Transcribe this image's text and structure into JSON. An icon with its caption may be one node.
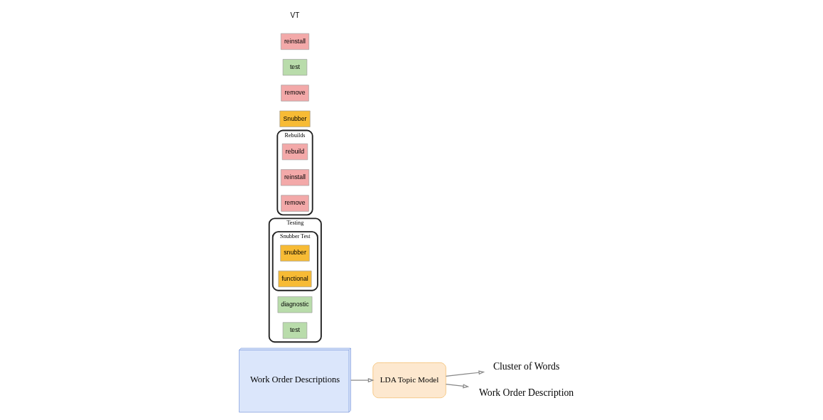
{
  "diagram": {
    "nodes": [
      {
        "text": [
          "Work Order Descriptions"
        ]
      },
      {
        "text": [
          "LDA Topic Model"
        ]
      },
      {
        "text": [
          "Cluster of Words"
        ]
      },
      {
        "text": [
          "Testing"
        ]
      },
      {
        "text": [
          "diagnostic"
        ],
        "in": 3
      },
      {
        "text": [
          "Snubber Test"
        ],
        "in": 3
      },
      {
        "text": [
          "snubber"
        ],
        "in": 5
      },
      {
        "text": [
          "functional"
        ],
        "in": 5
      },
      {
        "text": [
          "test"
        ],
        "in": 3
      },
      {
        "text": [
          "Rebuilds"
        ]
      },
      {
        "text": [
          "rebuild"
        ],
        "in": 9
      },
      {
        "text": [
          "reinstall"
        ],
        "in": 9
      },
      {
        "text": [
          "remove"
        ],
        "in": 9
      },
      {
        "text": [
          "Work Order Description"
        ]
      },
      {
        "text": [
          "Snubber"
        ]
      },
      {
        "text": [
          "remove"
        ]
      },
      {
        "text": [
          "test"
        ]
      },
      {
        "text": [
          "reinstall"
        ]
      }
    ],
    "edges": [
      {
        "from": 0,
        "to": 1,
        "arrow": "to"
      },
      {
        "from": 1,
        "to": 2,
        "arrow": "to"
      },
      {
        "from": 1,
        "to": 13,
        "arrow": "to"
      }
    ],
    "labels": [
      "VT"
    ]
  }
}
